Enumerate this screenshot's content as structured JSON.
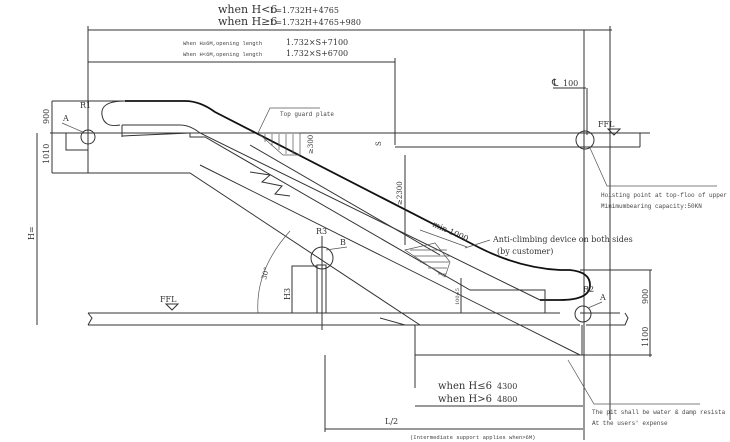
{
  "length_formula": {
    "lt6_label": "when H<6",
    "lt6_value": "L=1.732H+4765",
    "ge6_label": "when H≥6",
    "ge6_value": "L=1.732H+4765+980"
  },
  "opening_length": {
    "ge6m": "When H≥6M,opening length",
    "ge6m_value": "1.732×S+7100",
    "lt6m": "When H<6M,opening length",
    "lt6m_value": "1.732×S+6700"
  },
  "centerline": {
    "symbol": "℄",
    "value": "100"
  },
  "floor_level": "FFL",
  "labels": {
    "r1": "R1",
    "r2": "R2",
    "r3": "R3",
    "a_left": "A",
    "a_right": "A",
    "b": "B",
    "top_guard_plate": "Top guard  plate",
    "s": "S",
    "min_300": "≥300",
    "min_2300": "≥2300",
    "min_1000": "min 1000",
    "angle": "30°",
    "h3": "H3",
    "h": "H=",
    "tolerance": "100±5"
  },
  "dimensions": {
    "top_900": "900",
    "top_1010": "1010",
    "bottom_900": "900",
    "bottom_1100": "1100"
  },
  "anti_climbing": {
    "line1": "Anti-climbing device on both sides",
    "line2": "(by customer)"
  },
  "hoisting": {
    "line1": "Hoisting point at top-floo of upper",
    "line2": "Minimumbearing capacity:50KN"
  },
  "pit_length": {
    "le6_label": "when H≤6",
    "le6_value": "4300",
    "gt6_label": "when H>6",
    "gt6_value": "4800"
  },
  "half_length": "L/2",
  "intermediate_support": "(Intermediate support applies when>6M)",
  "pit_note": {
    "line1": "The pit shall be water & damp resista",
    "line2": "At the users'  expense"
  }
}
